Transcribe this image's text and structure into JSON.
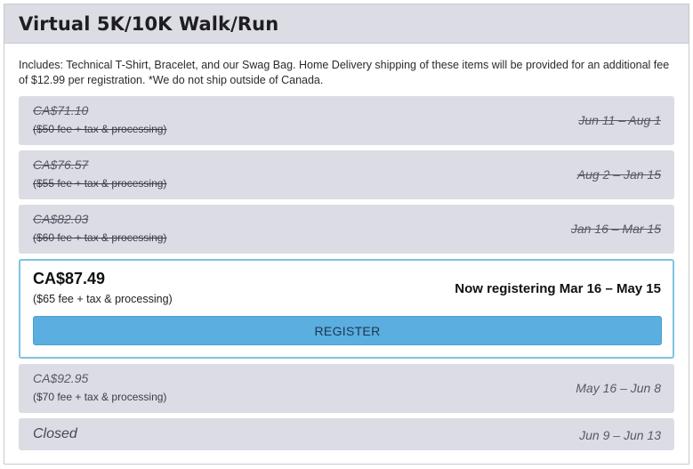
{
  "title": "Virtual 5K/10K Walk/Run",
  "includes": "Includes: Technical T-Shirt, Bracelet, and our Swag Bag. Home Delivery shipping of these items will be provided for an additional fee of $12.99 per registration. *We do not ship outside of Canada.",
  "tiers": [
    {
      "price": "CA$71.10",
      "fee": "($50 fee + tax & processing)",
      "dates": "Jun 11 – Aug 1",
      "state": "past"
    },
    {
      "price": "CA$76.57",
      "fee": "($55 fee + tax & processing)",
      "dates": "Aug 2 – Jan 15",
      "state": "past"
    },
    {
      "price": "CA$82.03",
      "fee": "($60 fee + tax & processing)",
      "dates": "Jan 16 – Mar 15",
      "state": "past"
    },
    {
      "price": "CA$87.49",
      "fee": "($65 fee + tax & processing)",
      "status": "Now registering Mar 16 – May 15",
      "button_label": "REGISTER",
      "state": "current"
    },
    {
      "price": "CA$92.95",
      "fee": "($70 fee + tax & processing)",
      "dates": "May 16 – Jun 8",
      "state": "upcoming"
    },
    {
      "label": "Closed",
      "dates": "Jun 9 – Jun 13",
      "state": "closed"
    }
  ],
  "colors": {
    "header_bg": "#dcdce4",
    "tier_bg": "#dcdce4",
    "current_border": "#7cc4e0",
    "button_bg": "#5aaee0"
  }
}
